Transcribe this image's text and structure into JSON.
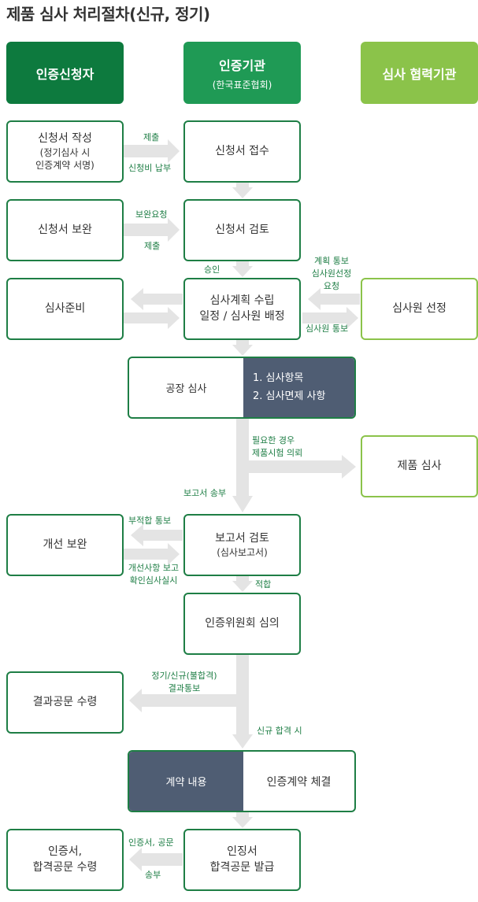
{
  "title": "제품 심사 처리절차(신규, 정기)",
  "colors": {
    "header_applicant": "#0d7a3e",
    "header_cert": "#1f9a55",
    "header_partner": "#8bc34a",
    "box_border": "#1e7e45",
    "box_border_partner": "#8bc34a",
    "label_green": "#1e7e45",
    "arrow_gray": "#e4e4e4",
    "dark_panel": "#4f5d73"
  },
  "headers": {
    "applicant": "인증신청자",
    "cert_body": "인증기관",
    "cert_body_sub": "(한국표준협회)",
    "partner": "심사 협력기관"
  },
  "boxes": {
    "app_write_l1": "신청서 작성",
    "app_write_l2": "(정기심사 시",
    "app_write_l3": "인증계약 서명)",
    "app_receive": "신청서 접수",
    "app_supplement": "신청서 보완",
    "app_review": "신청서 검토",
    "audit_prep": "심사준비",
    "plan_l1": "심사계획 수립",
    "plan_l2": "일정 / 심사원 배정",
    "auditor_select": "심사원 선정",
    "factory_audit": "공장 심사",
    "factory_item1": "1. 심사항목",
    "factory_item2": "2. 심사면제 사항",
    "product_audit": "제품 심사",
    "improve": "개선 보완",
    "report_review_l1": "보고서 검토",
    "report_review_l2": "(심사보고서)",
    "committee": "인증위원회 심의",
    "result_receive": "결과공문 수령",
    "contract_content": "계약 내용",
    "contract_sign": "인증계약 체결",
    "cert_receive_l1": "인증서,",
    "cert_receive_l2": "합격공문 수령",
    "cert_issue_l1": "인징서",
    "cert_issue_l2": "합격공문 발급"
  },
  "labels": {
    "submit1": "제출",
    "fee_payment": "신청비 납부",
    "supp_request": "보완요청",
    "submit2": "제출",
    "approve": "승인",
    "plan_notice_l1": "계획 통보",
    "plan_notice_l2": "심사원선정",
    "plan_notice_l3": "요청",
    "auditor_notice": "심사원 통보",
    "test_request_l1": "필요한 경우",
    "test_request_l2": "제품시험 의뢰",
    "report_send": "보고서 송부",
    "nonconform_notice": "부적합 통보",
    "improve_report_l1": "개선사항 보고",
    "improve_report_l2": "확인심사실시",
    "conform": "적합",
    "result_notice_l1": "정기/신규(불합격)",
    "result_notice_l2": "결과통보",
    "new_pass": "신규 합격 시",
    "cert_doc_label": "인증서, 공문",
    "send": "송부"
  }
}
